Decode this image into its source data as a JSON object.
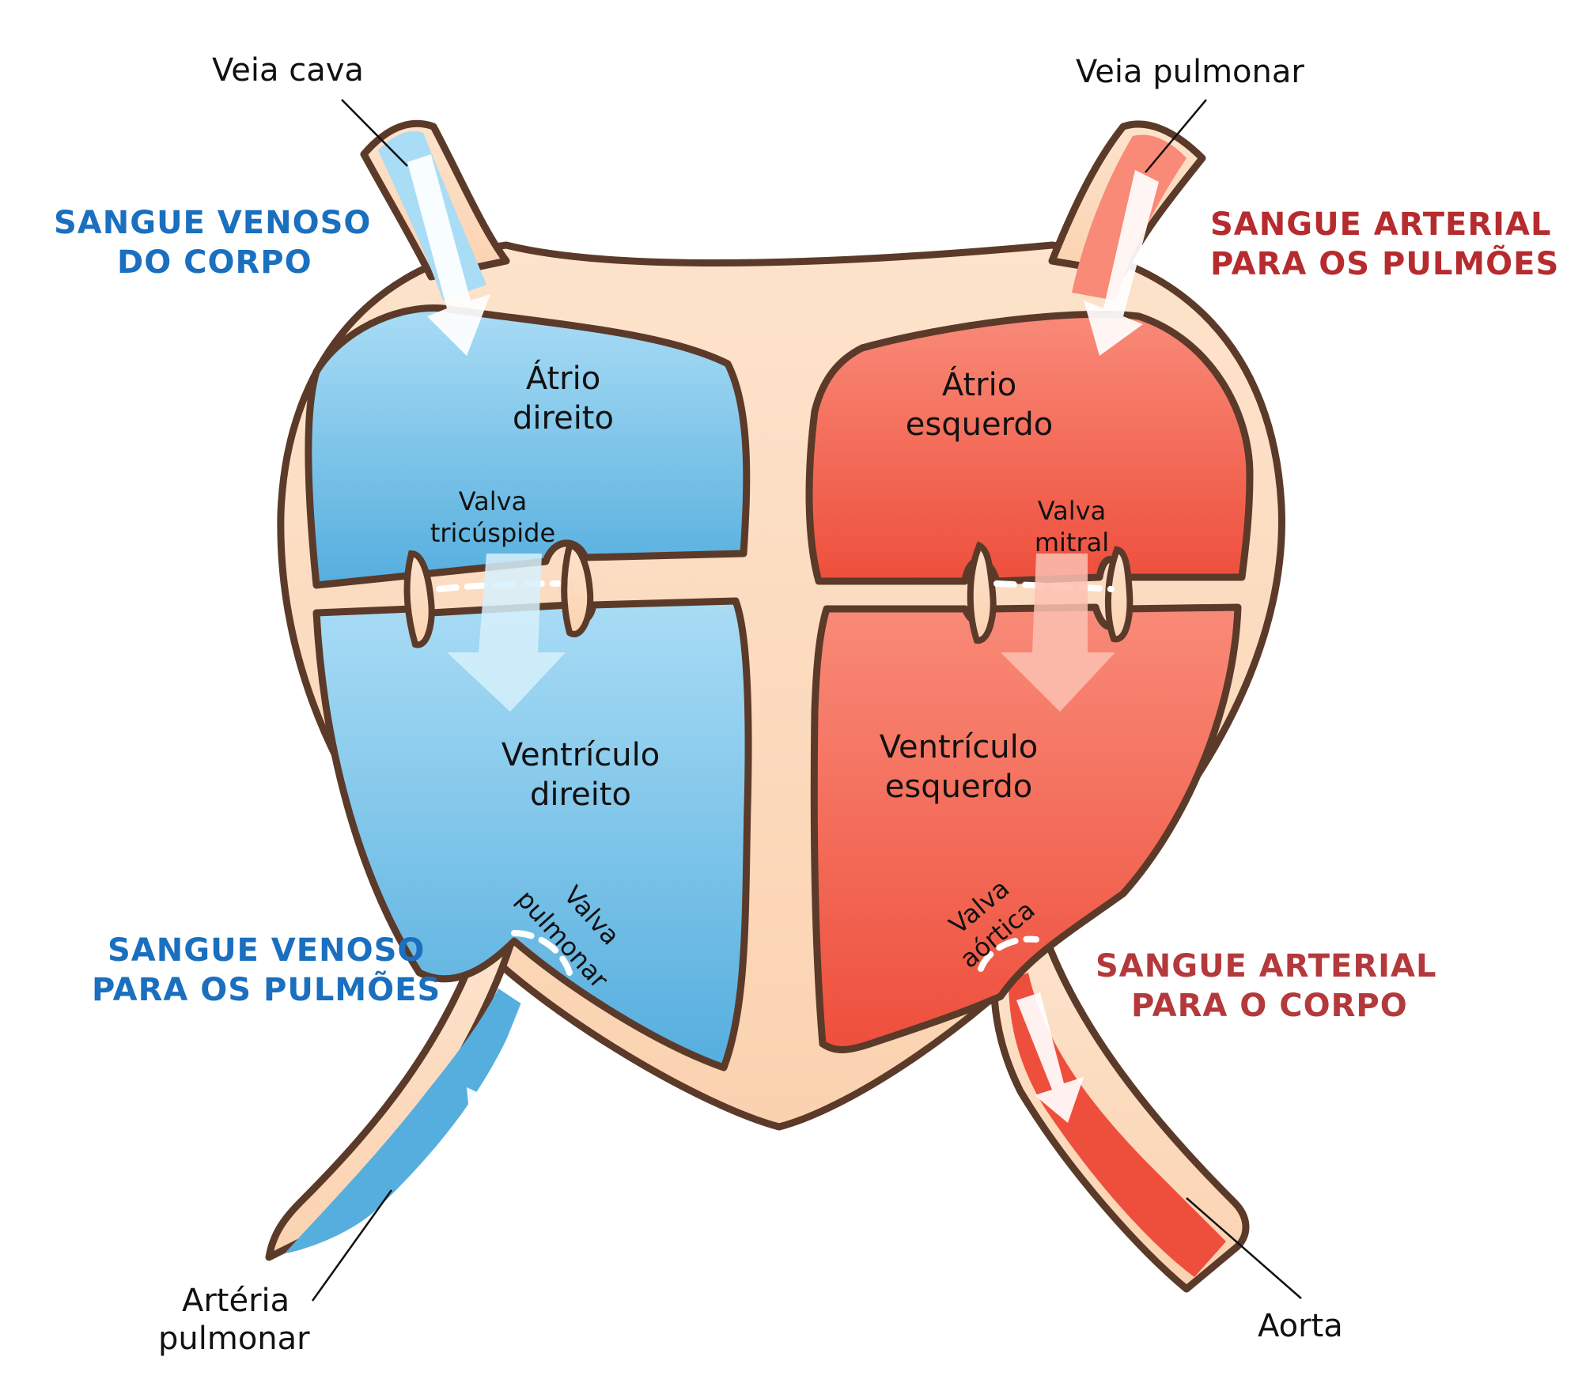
{
  "colors": {
    "venous": "#1a6fbf",
    "arterial": "#b62b2e",
    "arterial_body": "#b3393c",
    "outline": "#5b3a2a",
    "tissue": "#fbd9bd",
    "blue_light": "#a9dcf5",
    "blue_dark": "#55aede",
    "red_light": "#f98a78",
    "red_dark": "#ee4f3c"
  },
  "vessels": {
    "vena_cava": "Veia cava",
    "pulmonary_vein": "Veia pulmonar",
    "pulmonary_artery": [
      "Artéria",
      "pulmonar"
    ],
    "aorta": "Aorta"
  },
  "chambers": {
    "right_atrium": [
      "Átrio",
      "direito"
    ],
    "left_atrium": [
      "Átrio",
      "esquerdo"
    ],
    "right_ventricle": [
      "Ventrículo",
      "direito"
    ],
    "left_ventricle": [
      "Ventrículo",
      "esquerdo"
    ]
  },
  "valves": {
    "tricuspid": [
      "Valva",
      "tricúspide"
    ],
    "mitral": [
      "Valva",
      "mitral"
    ],
    "pulmonary": [
      "Valva",
      "pulmonar"
    ],
    "aortic": [
      "Valva",
      "aórtica"
    ]
  },
  "captions": {
    "venous_from_body": [
      "SANGUE VENOSO",
      "DO CORPO"
    ],
    "arterial_to_lungs": [
      "SANGUE ARTERIAL",
      "PARA OS PULMÕES"
    ],
    "venous_to_lungs": [
      "SANGUE VENOSO",
      "PARA OS PULMÕES"
    ],
    "arterial_to_body": [
      "SANGUE ARTERIAL",
      "PARA O CORPO"
    ]
  }
}
